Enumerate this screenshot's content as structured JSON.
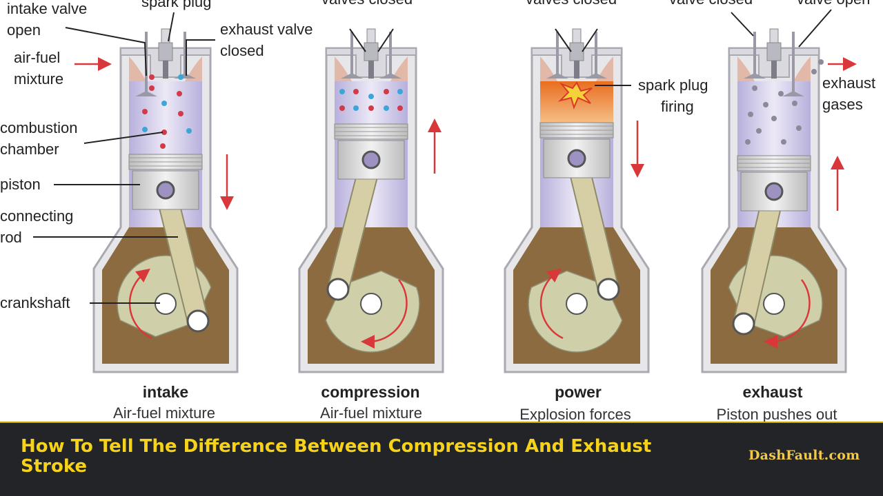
{
  "labels": {
    "intake_valve": [
      "intake valve",
      "open"
    ],
    "spark_plug": "spark plug",
    "exhaust_valve": [
      "exhaust valve",
      "closed"
    ],
    "air_fuel": [
      "air-fuel",
      "mixture"
    ],
    "combustion_chamber": [
      "combustion",
      "chamber"
    ],
    "piston": "piston",
    "connecting_rod": [
      "connecting",
      "rod"
    ],
    "crankshaft": "crankshaft",
    "valves_closed_1": "valves closed",
    "valves_closed_2": "valves closed",
    "spark_plug_firing": [
      "spark plug",
      "firing"
    ],
    "valve_closed": "valve closed",
    "valve_open": "valve open",
    "exhaust_gases": [
      "exhaust",
      "gases"
    ]
  },
  "stages": [
    {
      "name": "intake",
      "desc": "Air-fuel mixture"
    },
    {
      "name": "compression",
      "desc": "Air-fuel mixture"
    },
    {
      "name": "power",
      "desc": "Explosion forces"
    },
    {
      "name": "exhaust",
      "desc": "Piston pushes out"
    }
  ],
  "banner": {
    "title": "How To Tell The Difference Between Compression And Exhaust Stroke",
    "brand": "DashFault.com"
  },
  "colors": {
    "housing": "#8b6b3f",
    "cylinder_gas": "#cfc9e6",
    "piston": "#e3e3e3",
    "crank_plate": "#cfcfaa",
    "rod": "#d6cfa6",
    "arrow": "#d8383a",
    "fuel_red": "#d33a48",
    "fuel_blue": "#3ba7d8",
    "exhaust_dots": "#8a8a99",
    "banner_bg": "#222427",
    "banner_text": "#f7d21b"
  }
}
